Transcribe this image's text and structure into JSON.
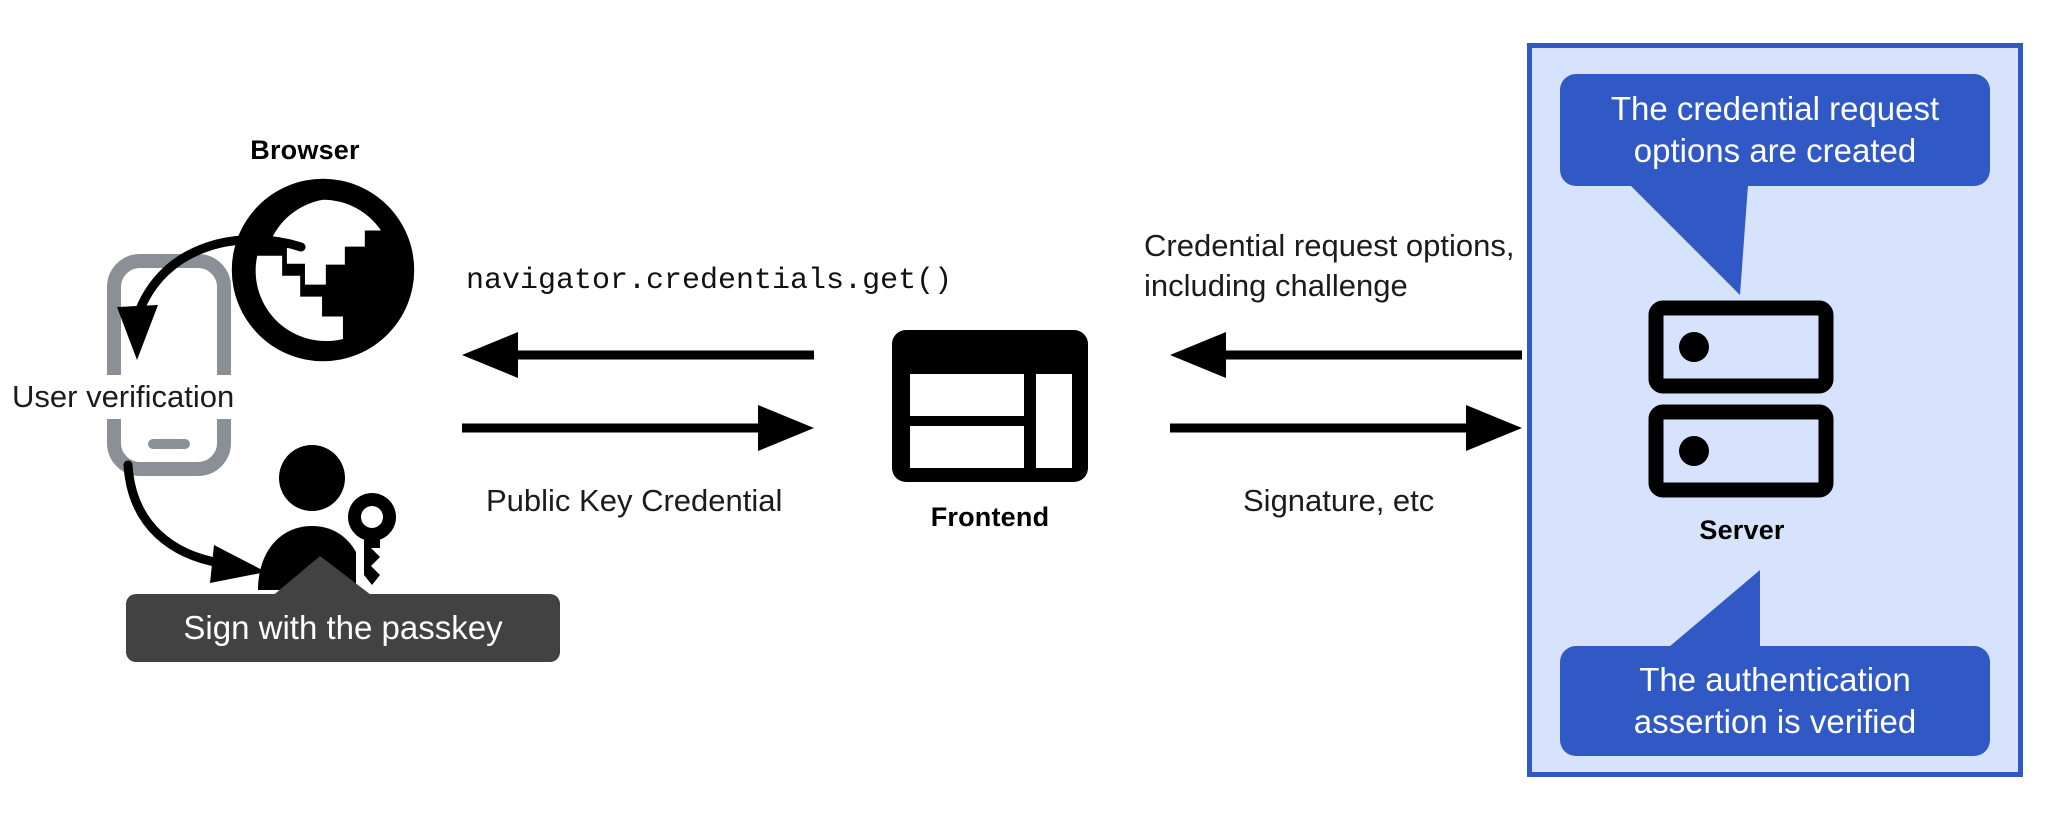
{
  "diagram": {
    "title": "WebAuthn passkey authentication flow",
    "background": "#ffffff"
  },
  "colors": {
    "panel_fill": "#d7e3fc",
    "panel_border": "#2f59c4",
    "callout_fill": "#3159c5",
    "callout_text": "#ffffff",
    "tooltip_fill": "#424242",
    "tooltip_text": "#ffffff",
    "icon_black": "#000000",
    "icon_gray": "#8b9097",
    "text": "#1b1b1b"
  },
  "client": {
    "browser_label": "Browser",
    "browser_icon": "globe-icon",
    "phone_icon": "mobile-phone-icon",
    "user_key_icon": "person-with-key-icon",
    "user_verification_label": "User verification",
    "sign_tooltip": "Sign with the passkey"
  },
  "frontend": {
    "label": "Frontend",
    "icon": "web-layout-icon"
  },
  "server": {
    "label": "Server",
    "icon": "server-rack-icon",
    "callout_top": "The credential request\noptions are created",
    "callout_bottom": "The authentication\nassertion is verified"
  },
  "flows": {
    "browser_to_frontend": {
      "request_label": "navigator.credentials.get()",
      "response_label": "Public Key Credential"
    },
    "frontend_to_server": {
      "request_label": "Credential request options,\nincluding challenge",
      "response_label": "Signature, etc"
    }
  },
  "arrows": [
    {
      "name": "arrow-credentials-get",
      "direction": "left"
    },
    {
      "name": "arrow-public-key-credential",
      "direction": "right"
    },
    {
      "name": "arrow-credential-request-options",
      "direction": "left"
    },
    {
      "name": "arrow-signature-etc",
      "direction": "right"
    },
    {
      "name": "arrow-browser-to-phone",
      "direction": "curved-down-left"
    },
    {
      "name": "arrow-phone-to-user",
      "direction": "curved-down-right"
    }
  ]
}
